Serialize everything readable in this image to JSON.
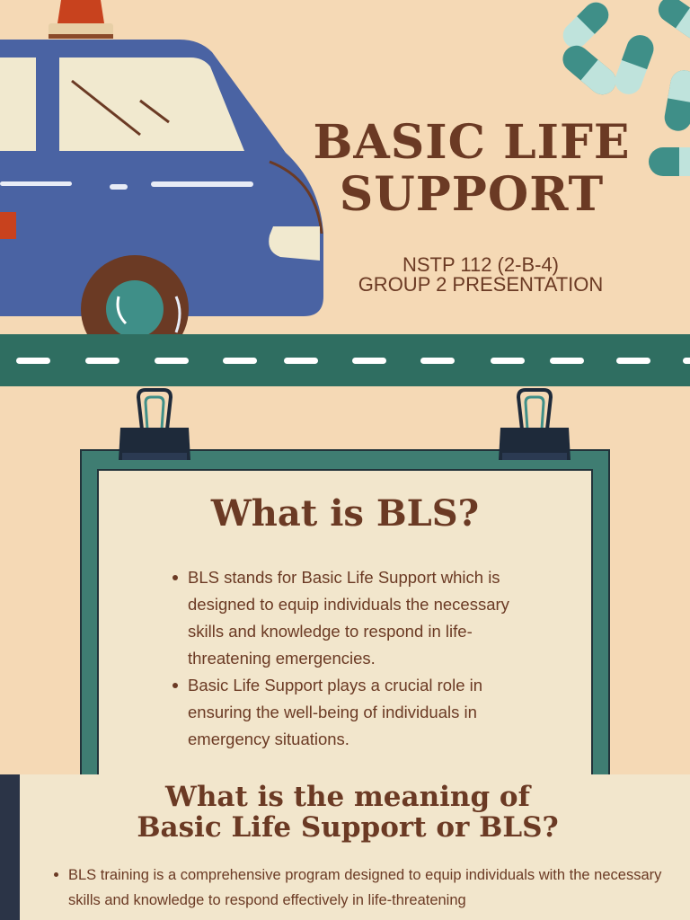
{
  "hero": {
    "title_line1": "BASIC LIFE",
    "title_line2": "SUPPORT",
    "subtitle_line1": "NSTP 112 (2-B-4)",
    "subtitle_line2": "GROUP 2 PRESENTATION"
  },
  "board": {
    "heading": "What is BLS?",
    "bullets": [
      "BLS stands for Basic Life Support which is designed to equip individuals the necessary skills and knowledge to respond in life-threatening emergencies.",
      "Basic Life Support plays a crucial role in ensuring the well-being of individuals in emergency situations."
    ]
  },
  "section": {
    "heading_line1": "What is the meaning of",
    "heading_line2": "Basic Life Support or BLS?",
    "bullets": [
      "BLS training is a comprehensive program designed to equip individuals with the necessary skills and knowledge to respond effectively in life-threatening"
    ]
  },
  "icons": [
    "ambulance-icon",
    "traffic-cone-icon",
    "pill-capsule-icon",
    "binder-clip-icon"
  ],
  "colors": {
    "background": "#f5d9b5",
    "heading_brown": "#6b3a24",
    "road_teal": "#2f6e61",
    "board_teal": "#3f7d72",
    "ambulance_blue": "#4a63a3",
    "panel_cream": "#f2e6cc",
    "navy_accent": "#2b3447"
  }
}
